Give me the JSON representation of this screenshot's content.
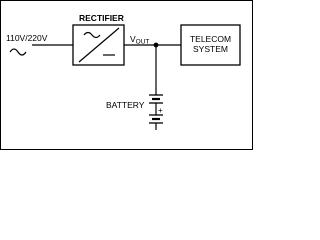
{
  "diagram": {
    "input_label": "110V/220V",
    "rectifier_label": "RECTIFIER",
    "vout_label_main": "V",
    "vout_label_sub": "OUT",
    "telecom_line1": "TELECOM",
    "telecom_line2": "SYSTEM",
    "battery_label": "BATTERY",
    "battery_plus": "+",
    "colors": {
      "stroke": "#000000",
      "background": "#ffffff"
    },
    "icons": [
      "ac-source-icon",
      "ac-to-dc-converter-icon",
      "battery-icon"
    ]
  }
}
